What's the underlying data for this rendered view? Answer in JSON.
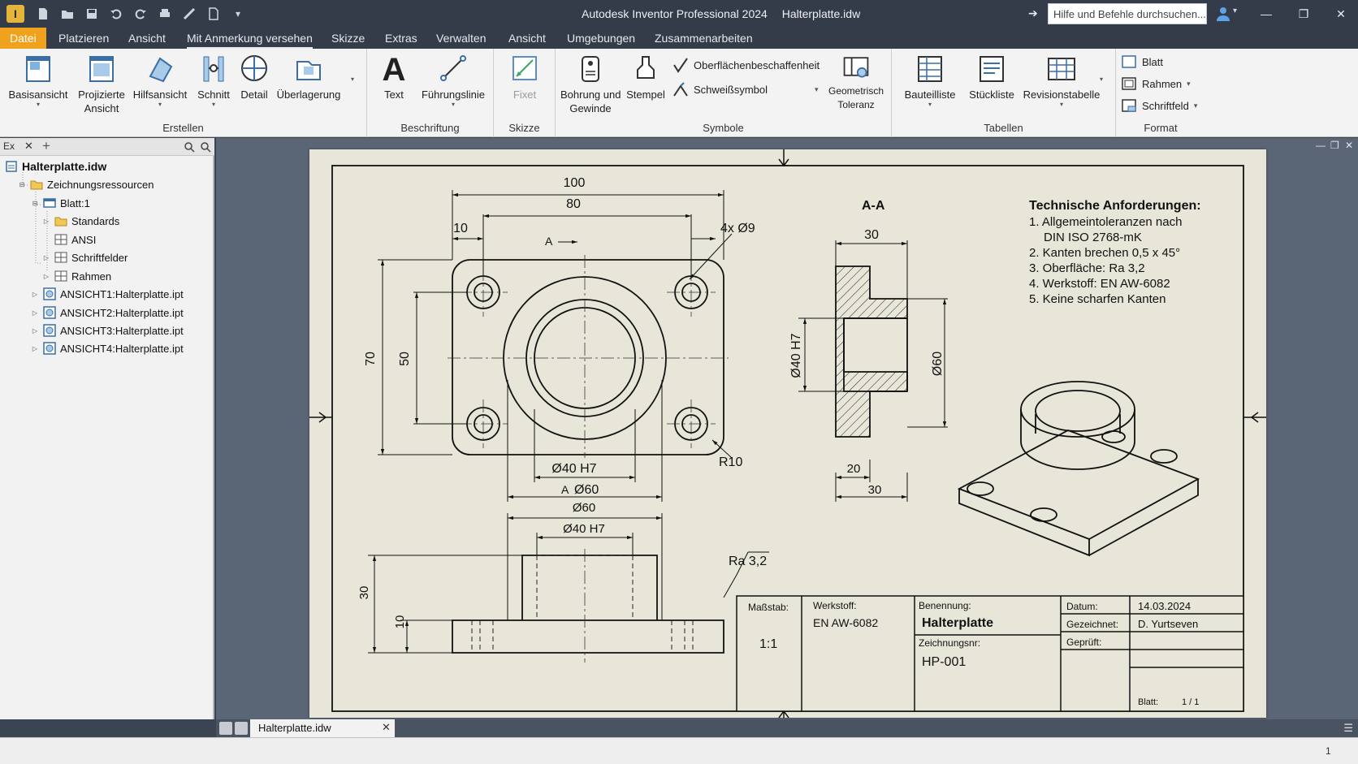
{
  "titlebar": {
    "app_name": "Autodesk Inventor Professional 2024",
    "document": "Halterplatte.idw",
    "search_placeholder": "Hilfe und Befehle durchsuchen...",
    "logo": "I"
  },
  "menu": {
    "tabs": [
      "Datei",
      "Platzieren",
      "Ansicht",
      "Mit Anmerkung versehen",
      "Skizze",
      "Extras",
      "Verwalten",
      "Ansicht",
      "Umgebungen",
      "Zusammenarbeiten"
    ]
  },
  "ribbon": {
    "erstellen": {
      "title": "Erstellen",
      "basisansicht": "Basisansicht",
      "projizierte_1": "Projizierte",
      "projizierte_2": "Ansicht",
      "hilfsansicht": "Hilfsansicht",
      "schnitt": "Schnitt",
      "detail": "Detail",
      "ueberlagerung": "Überlagerung"
    },
    "beschriftung": {
      "title": "Beschriftung",
      "text": "Text",
      "fuehrungslinie": "Führungslinie"
    },
    "skizze": {
      "title": "Skizze",
      "fixed": "Fixet"
    },
    "symbole": {
      "title": "Symbole",
      "bohrung_1": "Bohrung und",
      "bohrung_2": "Gewinde",
      "stempel": "Stempel",
      "oberflaeche": "Oberflächenbeschaffenheit",
      "schweiss": "Schweißsymbol",
      "geo_1": "Geometrisch",
      "geo_2": "Toleranz"
    },
    "tabellen": {
      "title": "Tabellen",
      "bauteilliste": "Bauteilliste",
      "stueckliste": "Stückliste",
      "revisionstabelle": "Revisionstabelle"
    },
    "format": {
      "title": "Format",
      "blatt": "Blatt",
      "rahmen": "Rahmen",
      "schriftfeld": "Schriftfeld"
    }
  },
  "browser": {
    "tab": "Ex",
    "items": {
      "root": "Halterplatte.idw",
      "ressourcen": "Zeichnungsressourcen",
      "blatt": "Blatt:1",
      "standards": "Standards",
      "ansi": "ANSI",
      "schriftfelder": "Schriftfelder",
      "rahmen": "Rahmen",
      "ansicht1": "ANSICHT1:Halterplatte.ipt",
      "ansicht2": "ANSICHT2:Halterplatte.ipt",
      "ansicht3": "ANSICHT3:Halterplatte.ipt",
      "ansicht4": "ANSICHT4:Halterplatte.ipt"
    }
  },
  "drawing": {
    "dims": {
      "d100": "100",
      "d80": "80",
      "d10_top": "10",
      "section_marker_top": "A",
      "holes": "4x Ø9",
      "d70": "70",
      "d50": "50",
      "r10": "R10",
      "d40h7": "Ø40 H7",
      "d60": "Ø60",
      "section_marker_bottom": "A",
      "front_d60": "Ø60",
      "front_d40h7": "Ø40 H7",
      "front_30": "30",
      "front_10": "10",
      "ra": "Ra 3,2"
    },
    "section": {
      "title": "A-A",
      "d30_top": "30",
      "d40h7": "Ø40 H7",
      "d60": "Ø60",
      "d20": "20",
      "d30_bottom": "30"
    },
    "notes": {
      "title": "Technische Anforderungen:",
      "lines": [
        "1. Allgemeintoleranzen nach",
        "DIN ISO 2768-mK",
        "2. Kanten brechen 0,5 x 45°",
        "3. Oberfläche: Ra 3,2",
        "4. Werkstoff: EN AW-6082",
        "5. Keine scharfen Kanten"
      ]
    },
    "titleblock": {
      "massstab_label": "Maßstab:",
      "massstab": "1:1",
      "werkstoff_label": "Werkstoff:",
      "werkstoff": "EN AW-6082",
      "benennung_label": "Benennung:",
      "benennung": "Halterplatte",
      "zeichnungsnr_label": "Zeichnungsnr:",
      "zeichnungsnr": "HP-001",
      "datum_label": "Datum:",
      "datum": "14.03.2024",
      "gezeichnet_label": "Gezeichnet:",
      "gezeichnet": "D. Yurtseven",
      "geprueft_label": "Geprüft:",
      "blatt_label": "Blatt:",
      "blatt": "1 / 1"
    }
  },
  "doctab": {
    "name": "Halterplatte.idw"
  },
  "status": {
    "page": "1"
  }
}
